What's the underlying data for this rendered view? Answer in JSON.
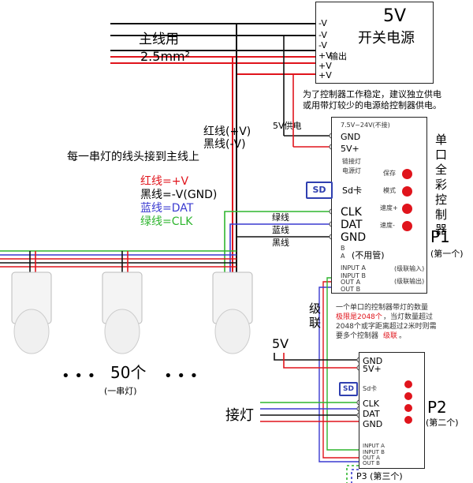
{
  "psu": {
    "title_v": "5V",
    "title_name": "开关电源",
    "terminals": [
      "-V",
      "-V",
      "-V",
      "+V",
      "+V",
      "+V"
    ],
    "output_label": "输出"
  },
  "main_line": {
    "label": "主线用",
    "gauge": "2.5mm²"
  },
  "notes": {
    "power_advice_1": "为了控制器工作稳定，建议独立供电",
    "power_advice_2": "或用带灯较少的电源给控制器供电。",
    "supply_5v": "5V供电",
    "red_wire_v": "红线(+V)",
    "black_wire_v": "黑线(-V)",
    "string_head": "每一串灯的线头接到主线上"
  },
  "legend": {
    "red": "红线=+V",
    "black": "黑线=-V(GND)",
    "blue": "蓝线=DAT",
    "green": "绿线=CLK",
    "colors": {
      "red": "#e0141c",
      "black": "#111111",
      "blue": "#3a3ad0",
      "green": "#2fb52f"
    }
  },
  "wire_labels": {
    "green": "绿线",
    "blue": "蓝线",
    "black": "黑线"
  },
  "controller1": {
    "title": "单口全彩控制器",
    "voltage": "7.5V~24V(不接)",
    "gnd": "GND",
    "v5": "5V+",
    "small_a": "链接灯",
    "small_b": "电源灯",
    "sd_card": "Sd卡",
    "sd": "SD",
    "buttons": [
      "保存",
      "模式",
      "速度+",
      "速度-"
    ],
    "clk": "CLK",
    "dat": "DAT",
    "gnd2": "GND",
    "b": "B",
    "a": "A",
    "unused": "(不用管)",
    "input_a": "INPUT A",
    "input_b": "INPUT B",
    "out_a": "OUT A",
    "out_b": "OUT B",
    "cascade_in": "(级联输入)",
    "cascade_out": "(级联输出)",
    "name": "P1",
    "order": "(第一个)"
  },
  "cascade": {
    "label_1": "级",
    "label_2": "联",
    "note_1": "一个单口的控制器带灯的数量",
    "note_2_red": "极限是2048个",
    "note_2_rest": "，当灯数量超过",
    "note_3": "2048个或字距离超过2米时则需",
    "note_4_a": "要多个控制器",
    "note_4_red": "级联",
    "note_4_b": "。"
  },
  "controller2": {
    "v5_label": "5V",
    "gnd": "GND",
    "v5": "5V+",
    "sd": "SD",
    "sd_card": "Sd卡",
    "clk": "CLK",
    "dat": "DAT",
    "gnd2": "GND",
    "input_a": "INPUT A",
    "input_b": "INPUT B",
    "out_a": "OUT A",
    "out_b": "OUT B",
    "name": "P2",
    "order": "(第二个)",
    "connect": "接灯"
  },
  "p3": "P3 (第三个)",
  "lights": {
    "dots": "• • •",
    "count": "50个",
    "sub": "(一串灯)"
  }
}
